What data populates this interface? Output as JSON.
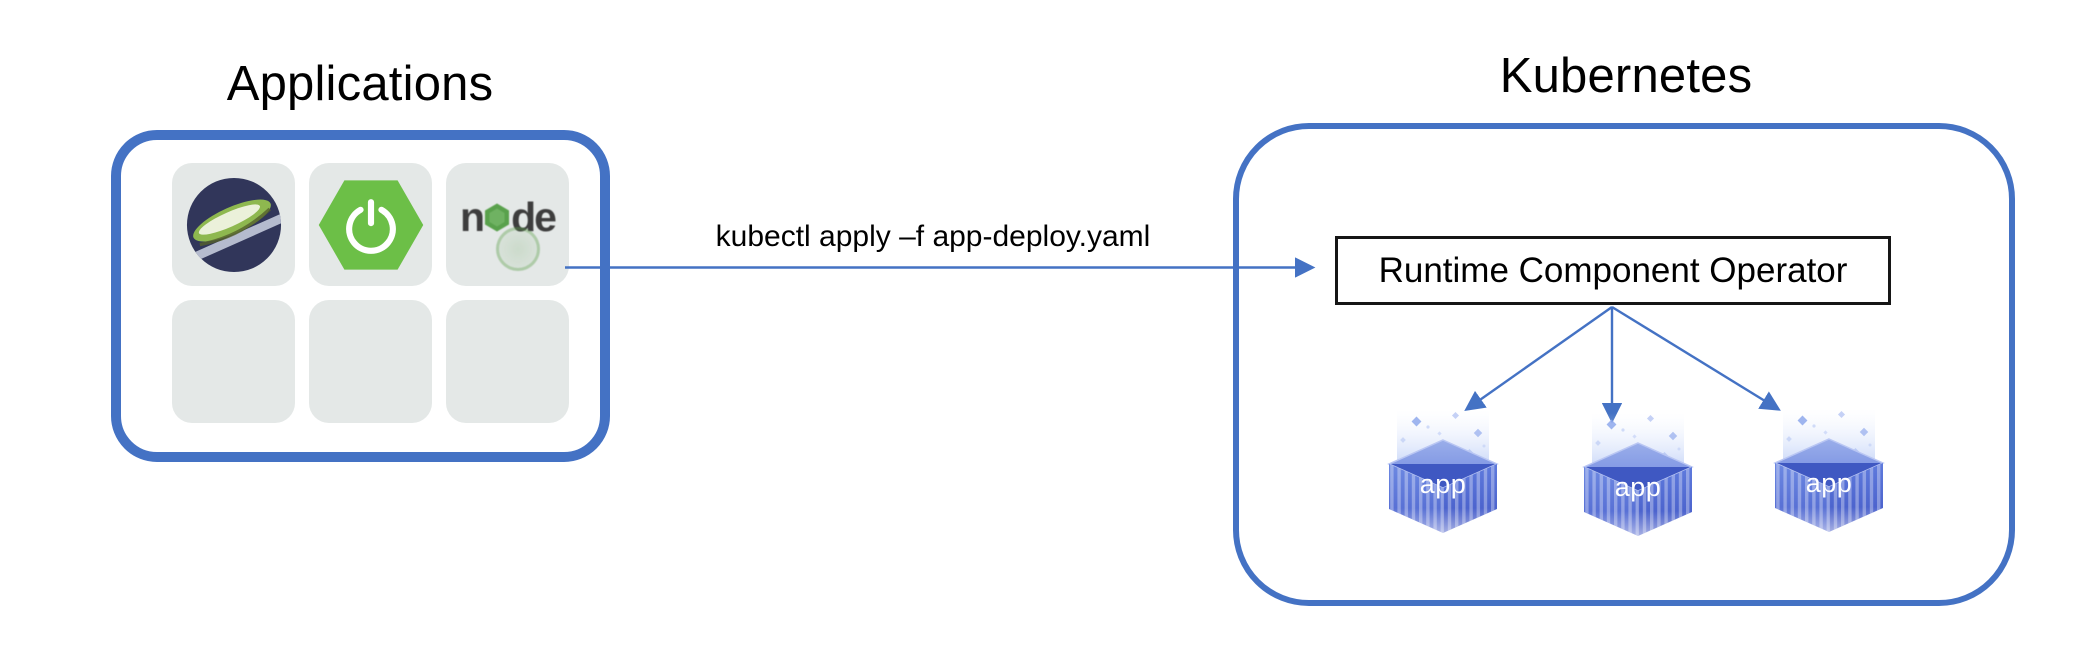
{
  "titles": {
    "applications": "Applications",
    "kubernetes": "Kubernetes"
  },
  "arrow_label": "kubectl apply –f app-deploy.yaml",
  "operator_box": {
    "label": "Runtime Component Operator"
  },
  "applications_grid": {
    "tiles": [
      {
        "name": "open-liberty",
        "filled": true
      },
      {
        "name": "spring-boot",
        "filled": true
      },
      {
        "name": "nodejs",
        "filled": true
      },
      {
        "name": "empty",
        "filled": false
      },
      {
        "name": "empty",
        "filled": false
      },
      {
        "name": "empty",
        "filled": false
      }
    ]
  },
  "node_logo": {
    "text_left": "n",
    "text_right": "de"
  },
  "cubes": [
    {
      "label": "app"
    },
    {
      "label": "app"
    },
    {
      "label": "app"
    }
  ],
  "icons": [
    "open-liberty-icon",
    "spring-boot-icon",
    "nodejs-icon",
    "app-container-cube-icon",
    "arrow-right-icon",
    "arrow-down-icon"
  ],
  "colors": {
    "accent_blue": "#4472c4",
    "tile_gray": "#e4e8e7",
    "spring_green": "#6cbf47",
    "liberty_navy": "#31365a",
    "liberty_leaf": "#8eb84f",
    "node_green": "#59a14c",
    "node_dark": "#3d3d3d",
    "cube_blue": "#5e77d8",
    "operator_border": "#161616"
  }
}
